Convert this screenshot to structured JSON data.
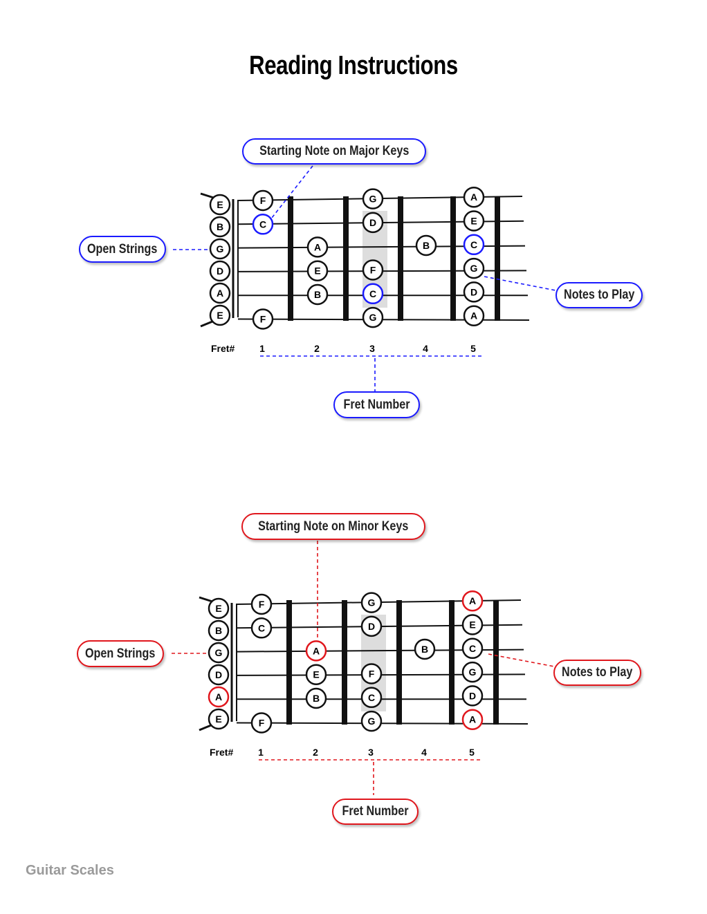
{
  "title": "Reading Instructions",
  "footer": "Guitar Scales",
  "fret_label": "Fret#",
  "fret_numbers": [
    "1",
    "2",
    "3",
    "4",
    "5"
  ],
  "open_strings": [
    "E",
    "B",
    "G",
    "D",
    "A",
    "E"
  ],
  "colors": {
    "major": "#1a1aff",
    "minor": "#e0161c"
  },
  "diagrams": [
    {
      "name": "major",
      "labels": {
        "start": "Starting Note on Major Keys",
        "open": "Open Strings",
        "notes": "Notes to Play",
        "fret": "Fret Number"
      },
      "highlight_open": [],
      "notes": [
        {
          "s": 0,
          "f": 1,
          "n": "F"
        },
        {
          "s": 0,
          "f": 3,
          "n": "G"
        },
        {
          "s": 0,
          "f": 5,
          "n": "A"
        },
        {
          "s": 1,
          "f": 1,
          "n": "C",
          "h": true
        },
        {
          "s": 1,
          "f": 3,
          "n": "D"
        },
        {
          "s": 1,
          "f": 5,
          "n": "E"
        },
        {
          "s": 2,
          "f": 2,
          "n": "A"
        },
        {
          "s": 2,
          "f": 4,
          "n": "B"
        },
        {
          "s": 2,
          "f": 5,
          "n": "C",
          "h": true
        },
        {
          "s": 3,
          "f": 2,
          "n": "E"
        },
        {
          "s": 3,
          "f": 3,
          "n": "F"
        },
        {
          "s": 3,
          "f": 5,
          "n": "G"
        },
        {
          "s": 4,
          "f": 2,
          "n": "B"
        },
        {
          "s": 4,
          "f": 3,
          "n": "C",
          "h": true
        },
        {
          "s": 4,
          "f": 5,
          "n": "D"
        },
        {
          "s": 5,
          "f": 1,
          "n": "F"
        },
        {
          "s": 5,
          "f": 3,
          "n": "G"
        },
        {
          "s": 5,
          "f": 5,
          "n": "A"
        }
      ]
    },
    {
      "name": "minor",
      "labels": {
        "start": "Starting Note on Minor Keys",
        "open": "Open Strings",
        "notes": "Notes to Play",
        "fret": "Fret Number"
      },
      "highlight_open": [
        4
      ],
      "notes": [
        {
          "s": 0,
          "f": 1,
          "n": "F"
        },
        {
          "s": 0,
          "f": 3,
          "n": "G"
        },
        {
          "s": 0,
          "f": 5,
          "n": "A",
          "h": true
        },
        {
          "s": 1,
          "f": 1,
          "n": "C"
        },
        {
          "s": 1,
          "f": 3,
          "n": "D"
        },
        {
          "s": 1,
          "f": 5,
          "n": "E"
        },
        {
          "s": 2,
          "f": 2,
          "n": "A",
          "h": true
        },
        {
          "s": 2,
          "f": 4,
          "n": "B"
        },
        {
          "s": 2,
          "f": 5,
          "n": "C"
        },
        {
          "s": 3,
          "f": 2,
          "n": "E"
        },
        {
          "s": 3,
          "f": 3,
          "n": "F"
        },
        {
          "s": 3,
          "f": 5,
          "n": "G"
        },
        {
          "s": 4,
          "f": 2,
          "n": "B"
        },
        {
          "s": 4,
          "f": 3,
          "n": "C"
        },
        {
          "s": 4,
          "f": 5,
          "n": "D"
        },
        {
          "s": 5,
          "f": 1,
          "n": "F"
        },
        {
          "s": 5,
          "f": 3,
          "n": "G"
        },
        {
          "s": 5,
          "f": 5,
          "n": "A",
          "h": true
        }
      ]
    }
  ]
}
